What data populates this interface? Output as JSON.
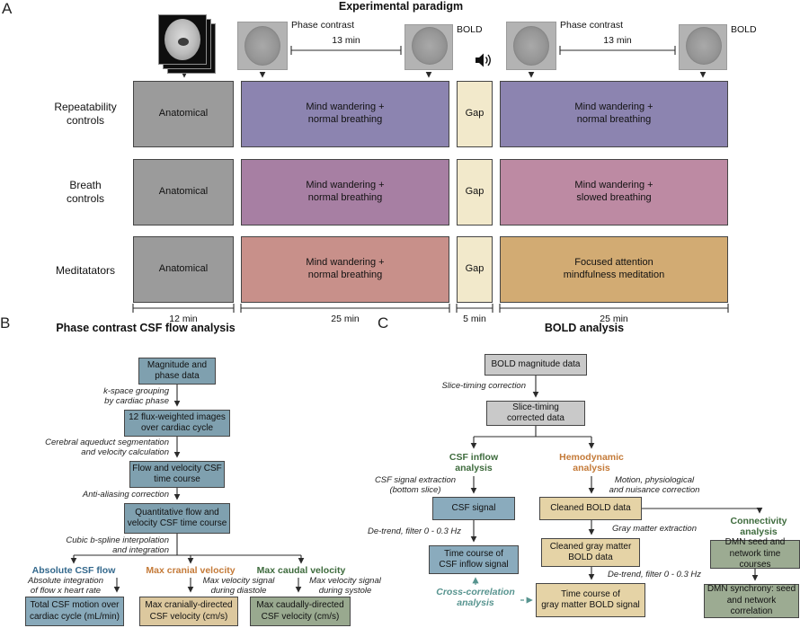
{
  "colors": {
    "anatomical_box": "#9b9b9b",
    "gap_box": "#f2e9cb",
    "flow_chain": "#7fa0af",
    "flow_blue": "#88a9ba",
    "flow_tan": "#dcc89e",
    "flow_sage": "#99a98f",
    "bold_gray": "#c9c9c9",
    "bold_blue": "#8aabbd",
    "bold_tan": "#e5d3a6",
    "bold_sage": "#9cab92",
    "label_blue": "#33688c",
    "label_orange": "#c47a38",
    "label_green": "#3e6b3d",
    "label_teal": "#57948f"
  },
  "panelA": {
    "letter": "A",
    "title": "Experimental paradigm",
    "scans": {
      "pc1": "Phase contrast",
      "dur1": "13 min",
      "bold1": "BOLD",
      "pc2": "Phase contrast",
      "dur2": "13 min",
      "bold2": "BOLD"
    },
    "rows": [
      {
        "label": "Repeatability\ncontrols",
        "boxes": [
          {
            "text": "Anatomical",
            "color": "#9b9b9b"
          },
          {
            "text": "Mind wandering +\nnormal breathing",
            "color": "#8c84b0"
          },
          {
            "text": "Gap",
            "color": "#f2e9cb"
          },
          {
            "text": "Mind wandering +\nnormal breathing",
            "color": "#8c84b0"
          }
        ]
      },
      {
        "label": "Breath\ncontrols",
        "boxes": [
          {
            "text": "Anatomical",
            "color": "#9b9b9b"
          },
          {
            "text": "Mind wandering +\nnormal breathing",
            "color": "#a77fa3"
          },
          {
            "text": "Gap",
            "color": "#f2e9cb"
          },
          {
            "text": "Mind wandering +\nslowed breathing",
            "color": "#bd8aa3"
          }
        ]
      },
      {
        "label": "Meditatators",
        "boxes": [
          {
            "text": "Anatomical",
            "color": "#9b9b9b"
          },
          {
            "text": "Mind wandering +\nnormal breathing",
            "color": "#c8908a"
          },
          {
            "text": "Gap",
            "color": "#f2e9cb"
          },
          {
            "text": "Focused attention\nmindfulness meditation",
            "color": "#d2ab73"
          }
        ]
      }
    ],
    "timeline": [
      "12 min",
      "25 min",
      "5 min",
      "25 min"
    ]
  },
  "panelB": {
    "letter": "B",
    "title": "Phase contrast CSF flow analysis",
    "chain": [
      "Magnitude and\nphase data",
      "12 flux-weighted images\nover cardiac cycle",
      "Flow and velocity CSF\ntime course",
      "Quantitative flow and\nvelocity CSF time course"
    ],
    "steps": [
      "k-space grouping\nby cardiac phase",
      "Cerebral aqueduct segmentation\nand velocity calculation",
      "Anti-aliasing correction",
      "Cubic b-spline interpolation\nand integration"
    ],
    "branches": [
      {
        "label": "Absolute CSF flow",
        "note": "Absolute integration\nof flow x heart rate",
        "box": "Total CSF motion over\ncardiac cycle (mL/min)"
      },
      {
        "label": "Max cranial velocity",
        "note": "Max velocity signal\nduring diastole",
        "box": "Max cranially-directed\nCSF velocity (cm/s)"
      },
      {
        "label": "Max caudal velocity",
        "note": "Max velocity signal\nduring systole",
        "box": "Max caudally-directed\nCSF velocity (cm/s)"
      }
    ]
  },
  "panelC": {
    "letter": "C",
    "title": "BOLD analysis",
    "magnitude_box": "BOLD magnitude data",
    "slice_timing_note": "Slice-timing correction",
    "corrected_box": "Slice-timing\ncorrected data",
    "csf_branch": {
      "label": "CSF inflow\nanalysis",
      "extract_note": "CSF signal extraction\n(bottom slice)",
      "signal_box": "CSF signal",
      "detrend_note": "De-trend, filter 0 - 0.3 Hz",
      "timecourse_box": "Time course of\nCSF inflow signal"
    },
    "hemo_branch": {
      "label": "Hemodynamic\nanalysis",
      "motion_note": "Motion, physiological\nand nuisance correction",
      "cleaned_box": "Cleaned BOLD data",
      "graymatter_note": "Gray matter extraction",
      "gm_box": "Cleaned gray matter\nBOLD data",
      "detrend_note": "De-trend, filter 0 - 0.3 Hz",
      "timecourse_box": "Time course of\ngray matter BOLD signal"
    },
    "connectivity_branch": {
      "label": "Connectivity\nanalysis",
      "seed_box": "DMN seed and\nnetwork time courses",
      "synchrony_box": "DMN synchrony: seed\nand network correlation"
    },
    "cross_correlation_label": "Cross-correlation\nanalysis"
  }
}
